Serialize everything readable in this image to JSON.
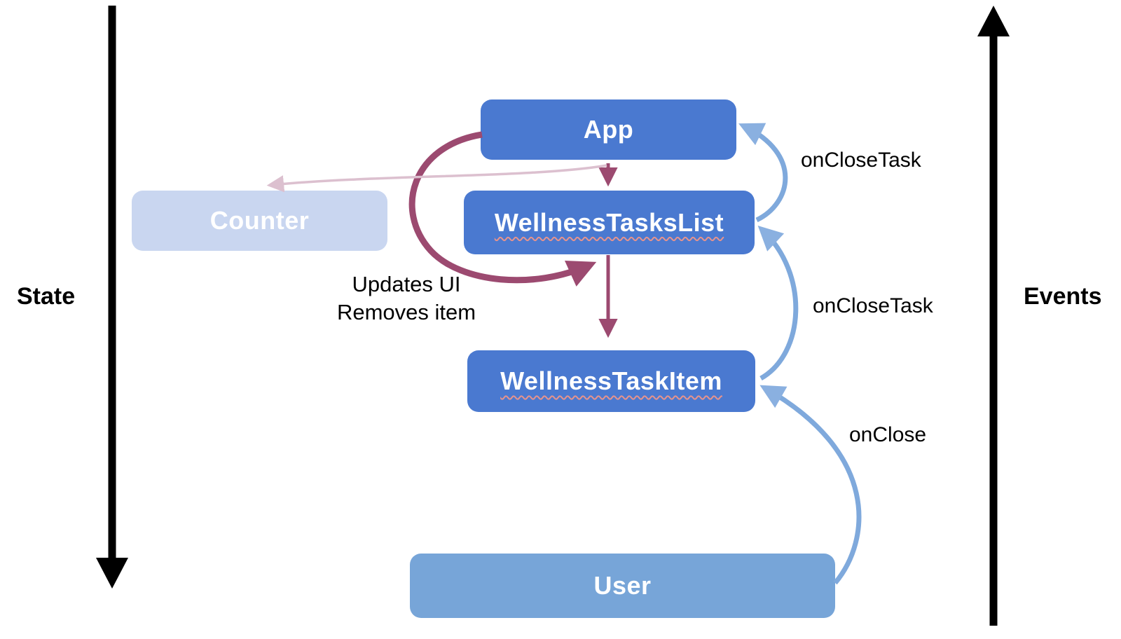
{
  "axes": {
    "state": {
      "label": "State"
    },
    "events": {
      "label": "Events"
    }
  },
  "nodes": {
    "app": {
      "label": "App"
    },
    "counter": {
      "label": "Counter"
    },
    "wellness_tasks_list": {
      "label": "WellnessTasksList"
    },
    "wellness_task_item": {
      "label": "WellnessTaskItem"
    },
    "user": {
      "label": "User"
    }
  },
  "edges": {
    "app_note": {
      "line1": "Updates UI",
      "line2": "Removes item"
    },
    "list_to_app": {
      "label": "onCloseTask"
    },
    "item_to_list": {
      "label": "onCloseTask"
    },
    "user_to_item": {
      "label": "onClose"
    }
  },
  "colors": {
    "component_box": "#4a79d0",
    "user_box": "#77a5d8",
    "counter_box": "#c9d6f0",
    "state_arrow": "#9c4a70",
    "state_arrow_faded": "#dcc0cf",
    "event_arrow": "#7fa9dc",
    "axis_arrow": "#000000",
    "label_text": "#000000",
    "box_text": "#ffffff"
  }
}
